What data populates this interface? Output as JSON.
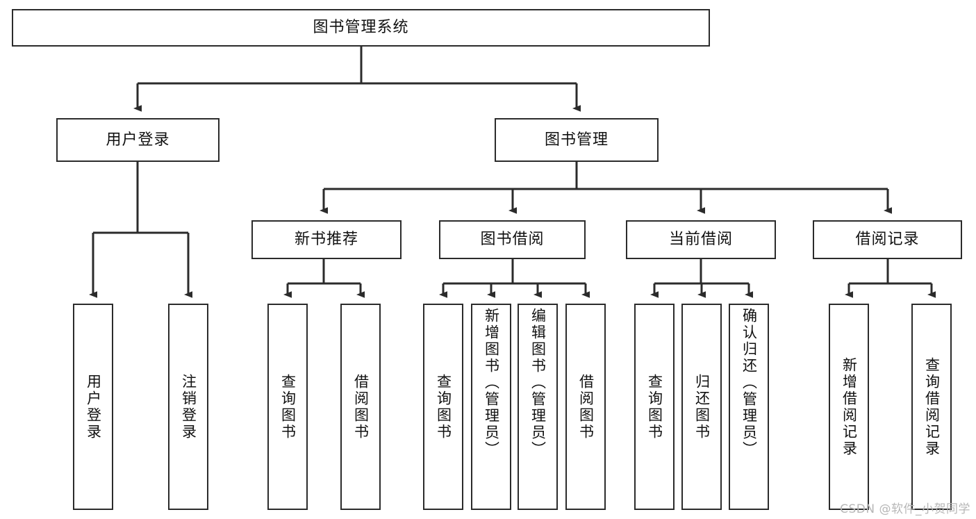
{
  "diagram": {
    "title": "图书管理系统",
    "type": "tree-hierarchy-chart",
    "colors": {
      "box_border": "#2b2b2b",
      "connector": "#2b2b2b",
      "background": "#ffffff",
      "text": "#111111",
      "watermark": "#b7b7b7"
    },
    "root": {
      "label": "图书管理系统"
    },
    "level2": [
      {
        "label": "用户登录"
      },
      {
        "label": "图书管理"
      }
    ],
    "level3": [
      {
        "label": "新书推荐"
      },
      {
        "label": "图书借阅"
      },
      {
        "label": "当前借阅"
      },
      {
        "label": "借阅记录"
      }
    ],
    "leaves": {
      "user_login": [
        {
          "label": "用户登录"
        },
        {
          "label": "注销登录"
        }
      ],
      "new_book_recommend": [
        {
          "label": "查询图书"
        },
        {
          "label": "借阅图书"
        }
      ],
      "book_borrow": [
        {
          "label": "查询图书"
        },
        {
          "label": "新增图书（管理员）"
        },
        {
          "label": "编辑图书（管理员）"
        },
        {
          "label": "借阅图书"
        }
      ],
      "current_borrow": [
        {
          "label": "查询图书"
        },
        {
          "label": "归还图书"
        },
        {
          "label": "确认归还（管理员）"
        }
      ],
      "borrow_record": [
        {
          "label": "新增借阅记录"
        },
        {
          "label": "查询借阅记录"
        }
      ]
    }
  },
  "watermark": {
    "text": "CSDN @软件_小贺同学"
  }
}
